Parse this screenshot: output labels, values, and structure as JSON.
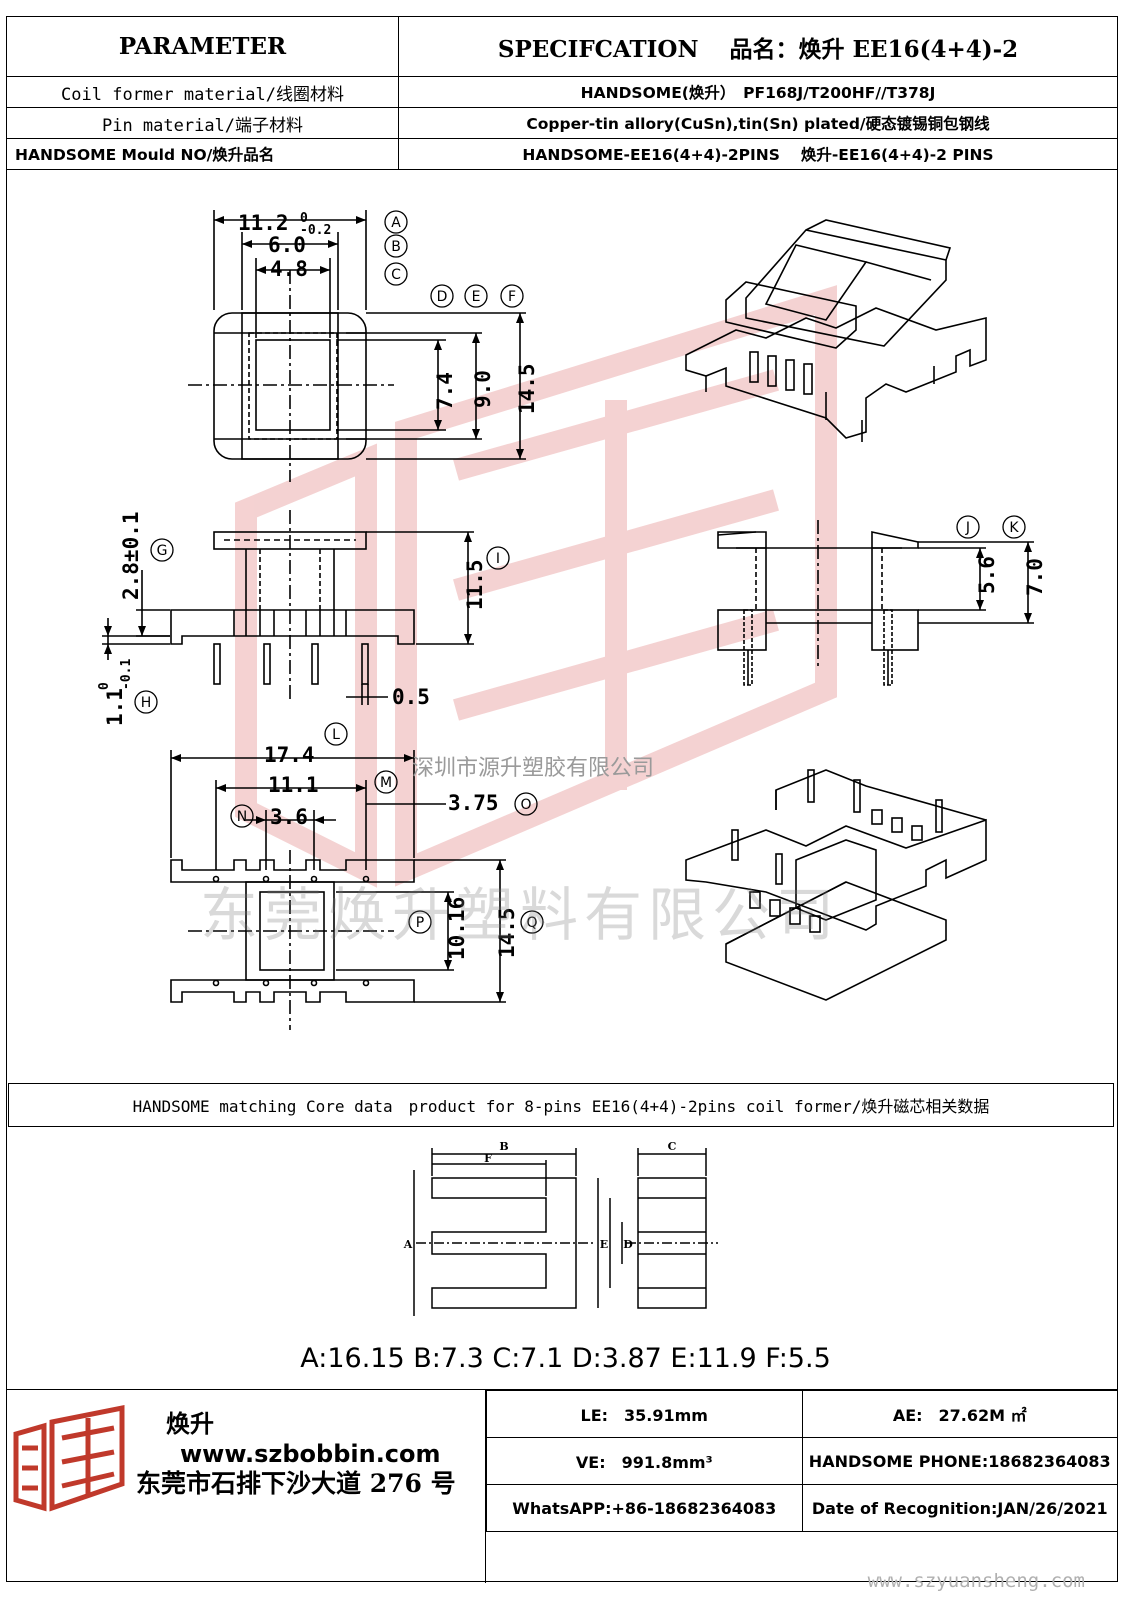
{
  "header": {
    "param_title": "PARAMETER",
    "spec_title": "SPECIFCATION　 品名：焕升 EE16(4+4)-2",
    "rows": [
      {
        "label": "Coil former material/线圈材料",
        "value": "HANDSOME(焕升）　PF168J/T200HF//T378J"
      },
      {
        "label": "Pin material/端子材料",
        "value": "Copper-tin allory(CuSn),tin(Sn) plated/硬态镀锡铜包钢线"
      },
      {
        "label": "HANDSOME Mould NO/焕升品名",
        "value": "HANDSOME-EE16(4+4)-2PINS　 焕升-EE16(4+4)-2 PINS"
      }
    ]
  },
  "dims": {
    "a": "11.2",
    "a_tol_up": "0",
    "a_tol_dn": "-0.2",
    "b": "6.0",
    "c": "4.8",
    "d": "7.4",
    "e": "9.0",
    "f": "14.5",
    "g": "2.8±0.1",
    "h_base": "1.1",
    "h_up": "0",
    "h_dn": "-0.1",
    "i": "11.5",
    "pin": "0.5",
    "j": "5.6",
    "k": "7.0",
    "l": "17.4",
    "m": "11.1",
    "n": "3.6",
    "o": "3.75",
    "p": "10.16",
    "q": "14.5"
  },
  "letters": [
    "A",
    "B",
    "C",
    "D",
    "E",
    "F",
    "G",
    "H",
    "I",
    "J",
    "K",
    "L",
    "M",
    "N",
    "O",
    "P",
    "Q"
  ],
  "watermarks": {
    "company_small": "深圳市源升塑胶有限公司",
    "company_big": "东莞焕升塑料有限公司",
    "url": "www.szyuansheng.com"
  },
  "core": {
    "title": "HANDSOME matching Core data　product for 8-pins EE16(4+4)-2pins coil former/焕升磁芯相关数据",
    "labels": [
      "A",
      "B",
      "C",
      "D",
      "E",
      "F"
    ],
    "values_text": "A:16.15 B:7.3 C:7.1 D:3.87 E:11.9 F:5.5"
  },
  "footer": {
    "brand_name": "焕升",
    "website": "www.szbobbin.com",
    "address": "东莞市石排下沙大道 276 号",
    "le": "LE:　35.91mm",
    "ae": "AE:　27.62M ㎡",
    "ve": "VE:　991.8mm³",
    "phone": "HANDSOME PHONE:18682364083",
    "whatsapp": "WhatsAPP:+86-18682364083",
    "date": "Date of Recognition:JAN/26/2021"
  },
  "colors": {
    "line": "#000000",
    "logo_red": "#c0392b",
    "watermark_red": "#f2c7c7"
  }
}
